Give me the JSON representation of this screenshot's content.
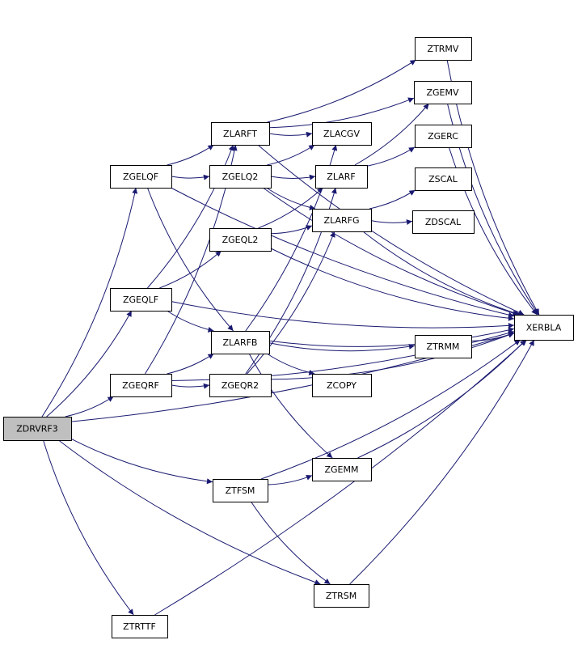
{
  "colors": {
    "edge": "#191970",
    "node_fill": "#ffffff",
    "root_fill": "#bfbfbf",
    "node_stroke": "#000000"
  },
  "nodes": [
    {
      "id": "zdrvrf3",
      "label": "ZDRVRF3",
      "root": true
    },
    {
      "id": "zgelqf",
      "label": "ZGELQF"
    },
    {
      "id": "zgeqlf",
      "label": "ZGEQLF"
    },
    {
      "id": "zgeqrf",
      "label": "ZGEQRF"
    },
    {
      "id": "ztrttf",
      "label": "ZTRTTF"
    },
    {
      "id": "zlarft",
      "label": "ZLARFT"
    },
    {
      "id": "zgelq2",
      "label": "ZGELQ2"
    },
    {
      "id": "zgeql2",
      "label": "ZGEQL2"
    },
    {
      "id": "zlarfb",
      "label": "ZLARFB"
    },
    {
      "id": "zgeqr2",
      "label": "ZGEQR2"
    },
    {
      "id": "ztfsm",
      "label": "ZTFSM"
    },
    {
      "id": "ztrmv",
      "label": "ZTRMV"
    },
    {
      "id": "zgemv",
      "label": "ZGEMV"
    },
    {
      "id": "zlacgv",
      "label": "ZLACGV"
    },
    {
      "id": "zgerc",
      "label": "ZGERC"
    },
    {
      "id": "zlarf",
      "label": "ZLARF"
    },
    {
      "id": "zscal",
      "label": "ZSCAL"
    },
    {
      "id": "zlarfg",
      "label": "ZLARFG"
    },
    {
      "id": "zdscal",
      "label": "ZDSCAL"
    },
    {
      "id": "xerbla",
      "label": "XERBLA"
    },
    {
      "id": "ztrmm",
      "label": "ZTRMM"
    },
    {
      "id": "zcopy",
      "label": "ZCOPY"
    },
    {
      "id": "zgemm",
      "label": "ZGEMM"
    },
    {
      "id": "ztrsm",
      "label": "ZTRSM"
    }
  ],
  "edges": [
    [
      "zdrvrf3",
      "zgelqf"
    ],
    [
      "zdrvrf3",
      "zgeqlf"
    ],
    [
      "zdrvrf3",
      "zgeqrf"
    ],
    [
      "zdrvrf3",
      "ztfsm"
    ],
    [
      "zdrvrf3",
      "ztrttf"
    ],
    [
      "zdrvrf3",
      "ztrsm"
    ],
    [
      "zdrvrf3",
      "xerbla"
    ],
    [
      "zgelqf",
      "zlarft"
    ],
    [
      "zgelqf",
      "zgelq2"
    ],
    [
      "zgelqf",
      "zlarfb"
    ],
    [
      "zgelqf",
      "xerbla"
    ],
    [
      "zgeqlf",
      "zlarft"
    ],
    [
      "zgeqlf",
      "zgeql2"
    ],
    [
      "zgeqlf",
      "zlarfb"
    ],
    [
      "zgeqlf",
      "xerbla"
    ],
    [
      "zgeqrf",
      "zlarft"
    ],
    [
      "zgeqrf",
      "zgeqr2"
    ],
    [
      "zgeqrf",
      "zlarfb"
    ],
    [
      "zgeqrf",
      "xerbla"
    ],
    [
      "zlarft",
      "ztrmv"
    ],
    [
      "zlarft",
      "zgemv"
    ],
    [
      "zlarft",
      "zlacgv"
    ],
    [
      "zlarft",
      "xerbla"
    ],
    [
      "zgelq2",
      "zlacgv"
    ],
    [
      "zgelq2",
      "zlarf"
    ],
    [
      "zgelq2",
      "zlarfg"
    ],
    [
      "zgelq2",
      "xerbla"
    ],
    [
      "zgeql2",
      "zlarf"
    ],
    [
      "zgeql2",
      "zlarfg"
    ],
    [
      "zgeql2",
      "xerbla"
    ],
    [
      "zlarfb",
      "zlacgv"
    ],
    [
      "zlarfb",
      "ztrmm"
    ],
    [
      "zlarfb",
      "zcopy"
    ],
    [
      "zlarfb",
      "zgemm"
    ],
    [
      "zlarfb",
      "xerbla"
    ],
    [
      "zgeqr2",
      "zlarf"
    ],
    [
      "zgeqr2",
      "zlarfg"
    ],
    [
      "zgeqr2",
      "xerbla"
    ],
    [
      "ztfsm",
      "zgemm"
    ],
    [
      "ztfsm",
      "ztrsm"
    ],
    [
      "ztfsm",
      "xerbla"
    ],
    [
      "ztrttf",
      "xerbla"
    ],
    [
      "zlarf",
      "zgemv"
    ],
    [
      "zlarf",
      "zgerc"
    ],
    [
      "zlarfg",
      "zscal"
    ],
    [
      "zlarfg",
      "zdscal"
    ],
    [
      "zlarfg",
      "xerbla"
    ],
    [
      "ztrmv",
      "xerbla"
    ],
    [
      "zgemv",
      "xerbla"
    ],
    [
      "zgerc",
      "xerbla"
    ],
    [
      "ztrmm",
      "xerbla"
    ],
    [
      "zgemm",
      "xerbla"
    ],
    [
      "ztrsm",
      "xerbla"
    ]
  ]
}
